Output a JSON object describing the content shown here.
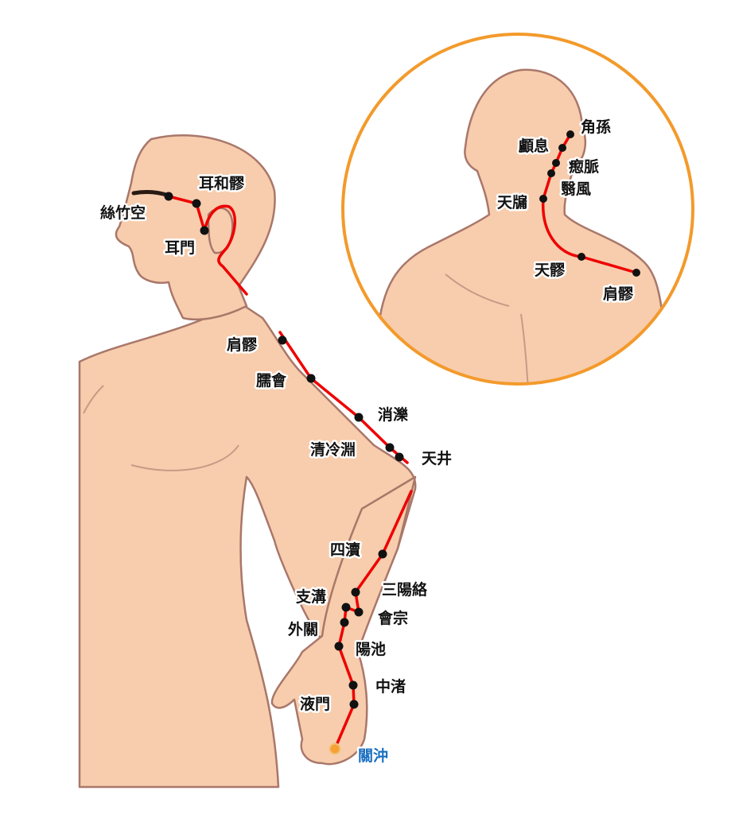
{
  "colors": {
    "meridian": "#ee0000",
    "skin": "#f7cdad",
    "inset_border": "#f39a2b",
    "start_point": "#f7a033",
    "start_label": "#1a6fc0"
  },
  "main_figure": {
    "points": [
      {
        "id": "sizhukong",
        "label": "絲竹空"
      },
      {
        "id": "erheliao",
        "label": "耳和髎"
      },
      {
        "id": "ermen",
        "label": "耳門"
      },
      {
        "id": "jianliao",
        "label": "肩髎"
      },
      {
        "id": "naohui",
        "label": "臑會"
      },
      {
        "id": "xiaoluo",
        "label": "消濼"
      },
      {
        "id": "qinglengyuan",
        "label": "清冷淵"
      },
      {
        "id": "tianjing",
        "label": "天井"
      },
      {
        "id": "sidu",
        "label": "四瀆"
      },
      {
        "id": "sanyangluo",
        "label": "三陽絡"
      },
      {
        "id": "zhigou",
        "label": "支溝"
      },
      {
        "id": "huizong",
        "label": "會宗"
      },
      {
        "id": "waiguan",
        "label": "外關"
      },
      {
        "id": "yangchi",
        "label": "陽池"
      },
      {
        "id": "zhongzhu",
        "label": "中渚"
      },
      {
        "id": "yemen",
        "label": "液門"
      },
      {
        "id": "guanchong",
        "label": "關沖",
        "start": true
      }
    ]
  },
  "inset": {
    "points": [
      {
        "id": "jiaosun",
        "label": "角孫"
      },
      {
        "id": "luxi",
        "label": "顱息"
      },
      {
        "id": "chimai",
        "label": "瘛脈"
      },
      {
        "id": "yifeng",
        "label": "翳風"
      },
      {
        "id": "tianyou",
        "label": "天牖"
      },
      {
        "id": "tianliao",
        "label": "天髎"
      },
      {
        "id": "jianliao",
        "label": "肩髎"
      }
    ]
  }
}
